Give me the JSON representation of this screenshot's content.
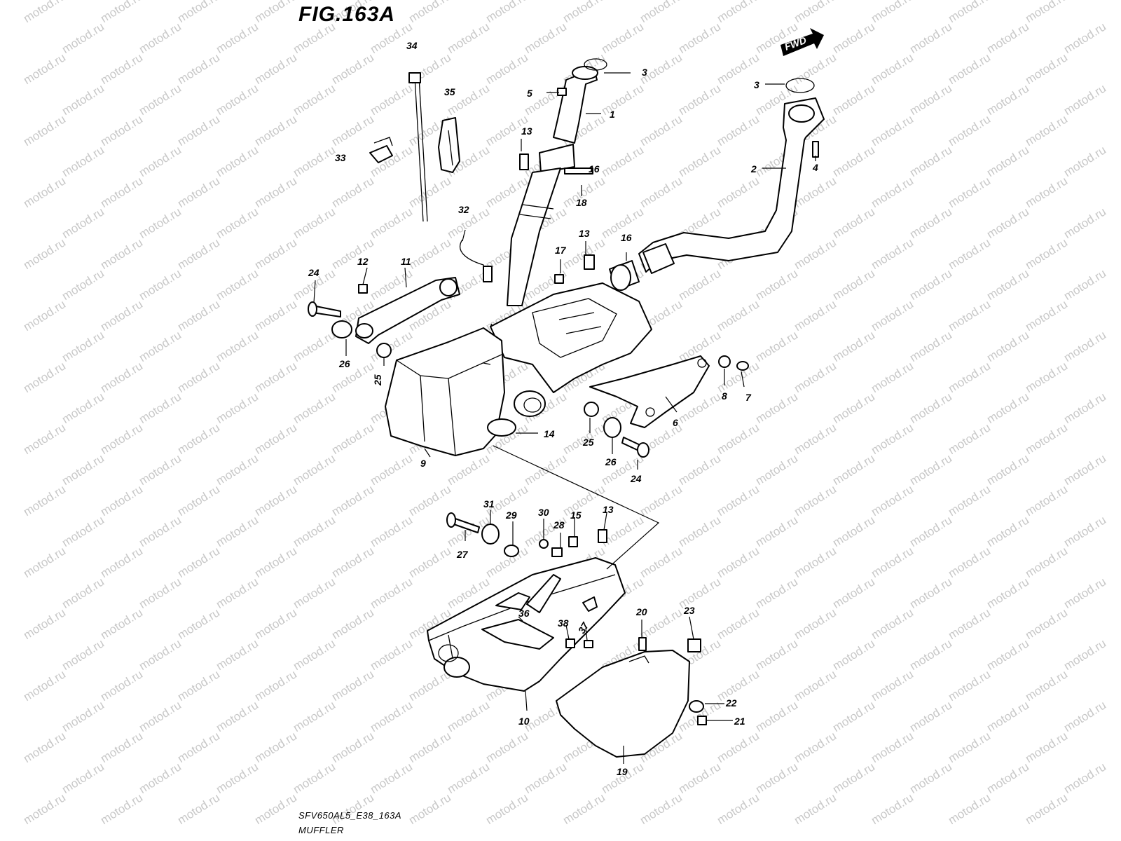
{
  "figure_title": "FIG.163A",
  "fwd_label": "FWD",
  "model_code": "SFV650AL5_E38_163A",
  "section_name": "MUFFLER",
  "watermark_text": "motod.ru",
  "callouts": [
    "1",
    "2",
    "3",
    "3",
    "4",
    "5",
    "6",
    "7",
    "8",
    "9",
    "10",
    "11",
    "12",
    "13",
    "13",
    "13",
    "14",
    "15",
    "16",
    "16",
    "17",
    "18",
    "19",
    "20",
    "21",
    "22",
    "23",
    "24",
    "24",
    "25",
    "25",
    "26",
    "26",
    "27",
    "28",
    "29",
    "30",
    "31",
    "32",
    "33",
    "34",
    "35",
    "36",
    "37",
    "38"
  ],
  "colors": {
    "line": "#000000",
    "watermark": "#c8c8c8",
    "background": "#ffffff"
  }
}
